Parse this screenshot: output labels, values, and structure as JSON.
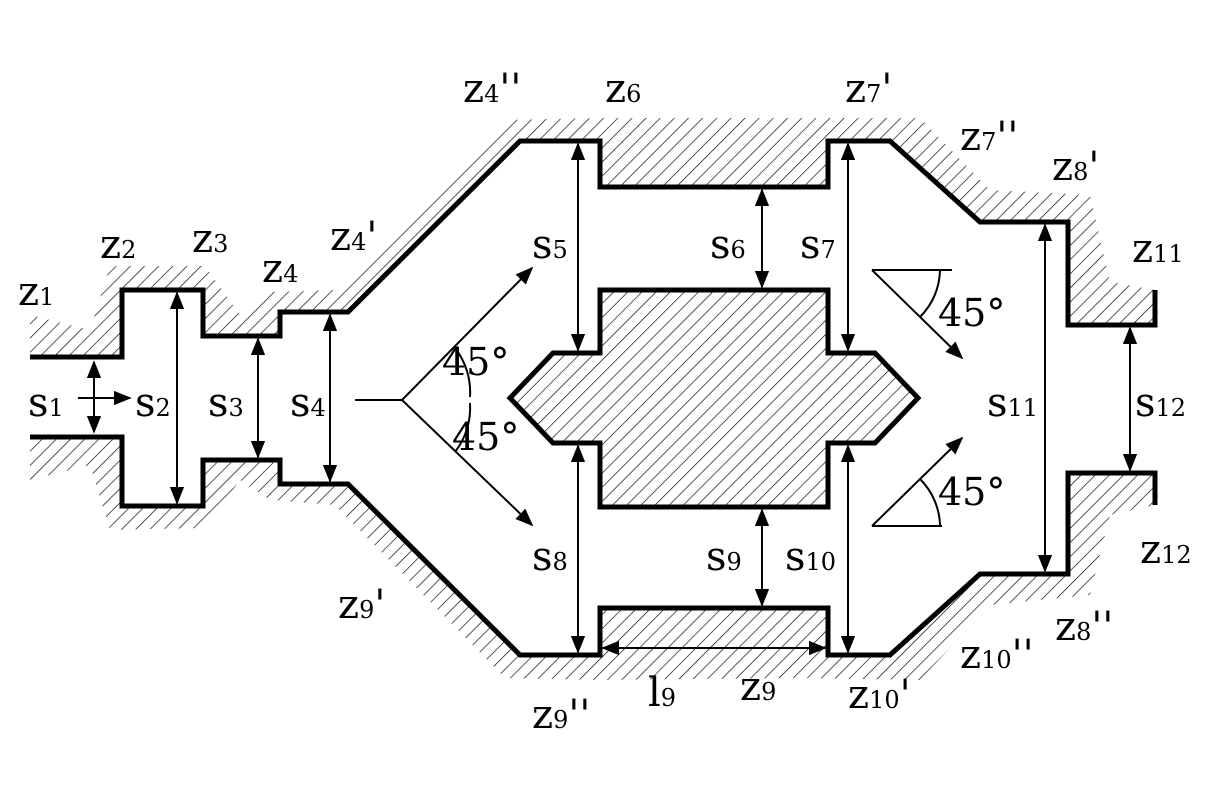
{
  "labels": {
    "z1": {
      "main": "z",
      "sub": "1",
      "prime": ""
    },
    "z2": {
      "main": "z",
      "sub": "2",
      "prime": ""
    },
    "z3": {
      "main": "z",
      "sub": "3",
      "prime": ""
    },
    "z4": {
      "main": "z",
      "sub": "4",
      "prime": ""
    },
    "z4p": {
      "main": "z",
      "sub": "4",
      "prime": "'"
    },
    "z4pp": {
      "main": "z",
      "sub": "4",
      "prime": "''"
    },
    "z6": {
      "main": "z",
      "sub": "6",
      "prime": ""
    },
    "z7p": {
      "main": "z",
      "sub": "7",
      "prime": "'"
    },
    "z7pp": {
      "main": "z",
      "sub": "7",
      "prime": "''"
    },
    "z8p": {
      "main": "z",
      "sub": "8",
      "prime": "'"
    },
    "z8pp": {
      "main": "z",
      "sub": "8",
      "prime": "''"
    },
    "z9": {
      "main": "z",
      "sub": "9",
      "prime": ""
    },
    "z9p": {
      "main": "z",
      "sub": "9",
      "prime": "'"
    },
    "z9pp": {
      "main": "z",
      "sub": "9",
      "prime": "''"
    },
    "z10p": {
      "main": "z",
      "sub": "10",
      "prime": "'"
    },
    "z10pp": {
      "main": "z",
      "sub": "10",
      "prime": "''"
    },
    "z11": {
      "main": "z",
      "sub": "11",
      "prime": ""
    },
    "z12": {
      "main": "z",
      "sub": "12",
      "prime": ""
    },
    "s1": {
      "main": "s",
      "sub": "1"
    },
    "s2": {
      "main": "s",
      "sub": "2"
    },
    "s3": {
      "main": "s",
      "sub": "3"
    },
    "s4": {
      "main": "s",
      "sub": "4"
    },
    "s5": {
      "main": "s",
      "sub": "5"
    },
    "s6": {
      "main": "s",
      "sub": "6"
    },
    "s7": {
      "main": "s",
      "sub": "7"
    },
    "s8": {
      "main": "s",
      "sub": "8"
    },
    "s9": {
      "main": "s",
      "sub": "9"
    },
    "s10": {
      "main": "s",
      "sub": "10"
    },
    "s11": {
      "main": "s",
      "sub": "11"
    },
    "s12": {
      "main": "s",
      "sub": "12"
    },
    "l9": {
      "main": "l",
      "sub": "9"
    }
  },
  "angles": {
    "a1": "45°",
    "a2": "45°",
    "a3": "45°",
    "a4": "45°"
  }
}
